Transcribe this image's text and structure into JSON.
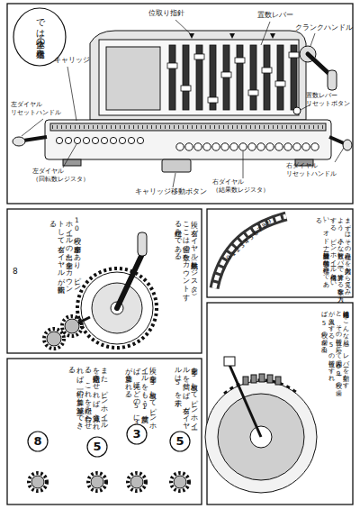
{
  "diagram": {
    "nodes": [
      {
        "text": [
          "では全体の構造を。"
        ]
      },
      {
        "text": [
          "5"
        ]
      },
      {
        "text": [
          "3"
        ]
      },
      {
        "text": [
          "5"
        ]
      },
      {
        "text": [
          "8"
        ]
      }
    ],
    "labels": [
      "位取り指針",
      "置数レバー",
      "クランクハンドル",
      "キャリッジ",
      "置数レバー リセットボタン",
      "左ダイヤル リセットハンドル",
      "右ダイヤル リセットハンドル",
      "左ダイヤル （回転数レジスタ）",
      "右ダイヤル （結果数レジスタ）",
      "キャリッジ移動ボタン",
      "まずはその仕組みを入力部から見てみよう。小さな「置数レバー」で計算する数字を入力する。ピンホイール機構といい、オドナー型計算機に特徴的な仕組みである。",
      "0 1 2 3 4 5 6 7 8 9",
      "次に右ダイヤル（結果数レジスタ）。ここは歯の数をカウントする仕組みである。",
      "10枚の歯車があり、ピンホイールの出た歯をカウントして右ダイヤルが回転する。",
      "8",
      "内部構造はこんな感じ。レバーを動かすと、その位置に応じて内部で0〜9枚の歯が出入りする。5の位置にすれば、5枚の歯が出る。",
      "歯を5枚出してピンホイールを回せば、右ダイヤルは5を示す。",
      "次に歯を3枚出してピンホイールをもう1度回せば、先ほどの5に3が加算される。",
      "また、ピンホイールを逆回転させれば、減算される。これを組み合わせれば、一桁の加算と減算ができる。"
    ]
  }
}
